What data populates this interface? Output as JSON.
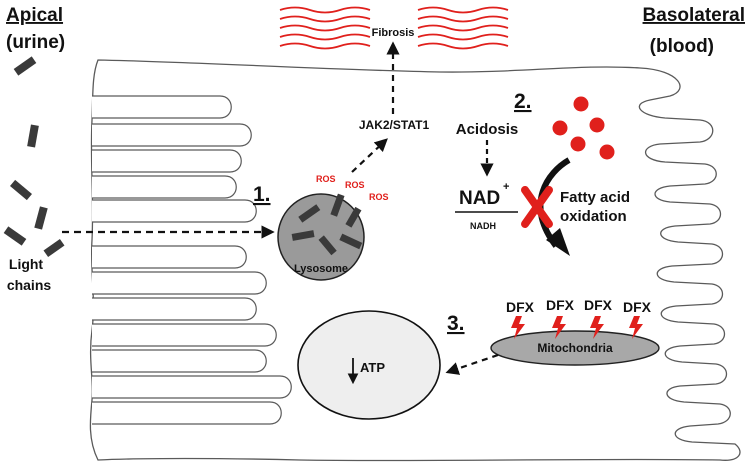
{
  "labels": {
    "apical": "Apical",
    "apical_sub": "(urine)",
    "basolateral": "Basolateral",
    "basolateral_sub": "(blood)",
    "light_chains_1": "Light",
    "light_chains_2": "chains",
    "fibrosis": "Fibrosis",
    "jak_stat": "JAK2/STAT1",
    "step1": "1.",
    "step2": "2.",
    "step3": "3.",
    "ros": "ROS",
    "lysosome": "Lysosome",
    "acidosis": "Acidosis",
    "nad": "NAD",
    "nad_sup": "+",
    "nadh": "NADH",
    "fatty_1": "Fatty acid",
    "fatty_2": "oxidation",
    "dfx": "DFX",
    "mitochondria": "Mitochondria",
    "atp": "ATP"
  },
  "colors": {
    "outline": "#5a5a5a",
    "accent_red": "#e0201c",
    "bar": "#3a3a3a",
    "lysosome_fill": "#9a9a9a",
    "mito_fill": "#a8a8a8",
    "atp_fill": "#eeeeee"
  },
  "icons": {
    "block": "red-x-icon",
    "damage": "lightning-bolt-icon",
    "decrease": "down-arrow-icon"
  }
}
